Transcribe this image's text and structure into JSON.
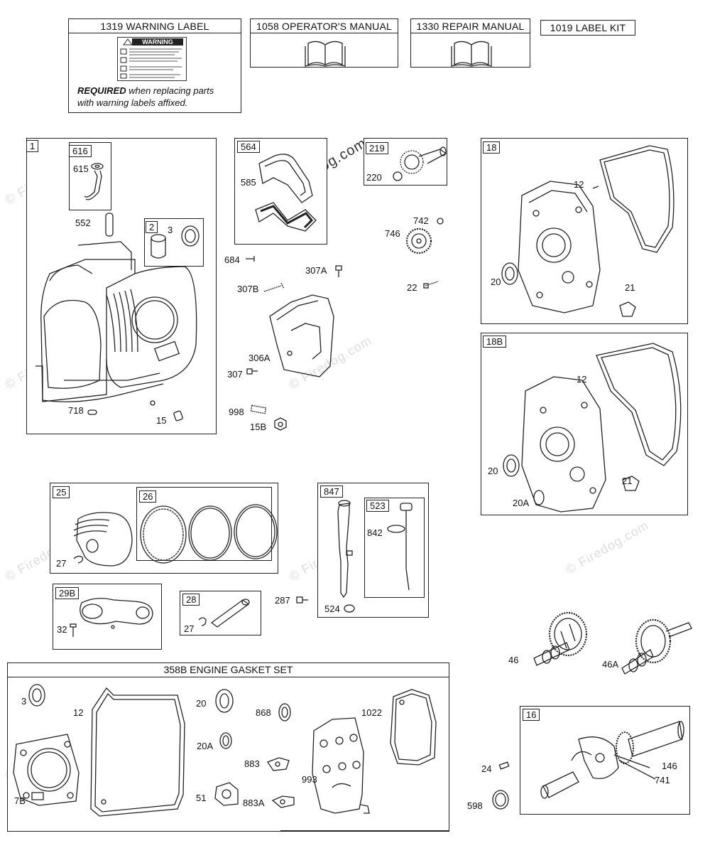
{
  "top_boxes": {
    "warning": {
      "title": "1319 WARNING LABEL",
      "label_head": "WARNING",
      "required_word": "REQUIRED",
      "required_text": " when replacing parts",
      "required_line2": "with warning labels affixed."
    },
    "operator": {
      "title": "1058 OPERATOR'S MANUAL"
    },
    "repair": {
      "title": "1330 REPAIR MANUAL"
    },
    "labelkit": {
      "title": "1019 LABEL KIT"
    }
  },
  "watermarks": {
    "text": "© Firedog.com",
    "center": "© Firedog.com"
  },
  "group1": {
    "box": "1",
    "sub616": "616",
    "sub2": "2",
    "labels": {
      "l615": "615",
      "l552": "552",
      "l3": "3",
      "l718": "718",
      "l15": "15"
    }
  },
  "group564": {
    "box": "564",
    "l585": "585"
  },
  "group219": {
    "box": "219",
    "l220": "220"
  },
  "loose_mid": {
    "l742": "742",
    "l746": "746",
    "l684": "684",
    "l307A": "307A",
    "l307B": "307B",
    "l22": "22",
    "l306A": "306A",
    "l307": "307",
    "l998": "998",
    "l15B": "15B"
  },
  "group18": {
    "box": "18",
    "l12": "12",
    "l20": "20",
    "l21": "21"
  },
  "group18B": {
    "box": "18B",
    "l12": "12",
    "l20": "20",
    "l21": "21",
    "l20A": "20A"
  },
  "group25": {
    "box": "25",
    "sub26": "26",
    "l27": "27"
  },
  "group29B": {
    "box": "29B",
    "l32": "32"
  },
  "group28": {
    "box": "28",
    "l27": "27"
  },
  "group847": {
    "box": "847",
    "sub523": "523",
    "l842": "842",
    "l524": "524"
  },
  "loose_287": "287",
  "cam": {
    "l46": "46",
    "l46A": "46A"
  },
  "gasket": {
    "title": "358B ENGINE GASKET SET",
    "labels": {
      "l3": "3",
      "l12": "12",
      "l20": "20",
      "l868": "868",
      "l1022": "1022",
      "l20A": "20A",
      "l883": "883",
      "l993": "993",
      "l7B": "7B",
      "l51": "51",
      "l883A": "883A"
    }
  },
  "group16": {
    "box": "16",
    "l24": "24",
    "l146": "146",
    "l741": "741",
    "l598": "598"
  }
}
